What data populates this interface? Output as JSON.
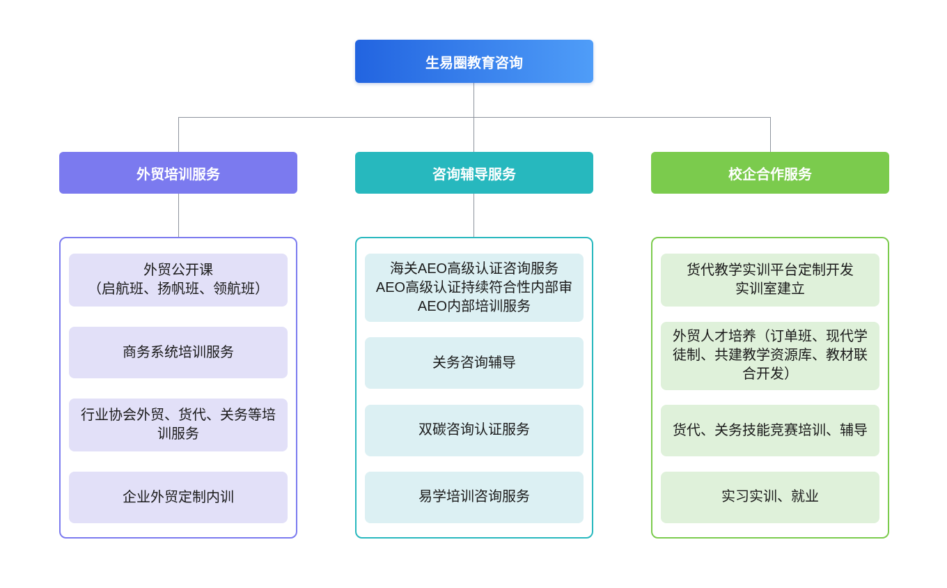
{
  "root": {
    "label": "生易圈教育咨询"
  },
  "branches": [
    {
      "label": "外贸培训服务",
      "items": [
        "外贸公开课\n（启航班、扬帆班、领航班）",
        "商务系统培训服务",
        "行业协会外贸、货代、关务等培训服务",
        "企业外贸定制内训"
      ]
    },
    {
      "label": "咨询辅导服务",
      "items": [
        "海关AEO高级认证咨询服务\nAEO高级认证持续符合性内部审\nAEO内部培训服务",
        "关务咨询辅导",
        "双碳咨询认证服务",
        "易学培训咨询服务"
      ]
    },
    {
      "label": "校企合作服务",
      "items": [
        "货代教学实训平台定制开发\n实训室建立",
        "外贸人才培养（订单班、现代学徒制、共建教学资源库、教材联合开发）",
        "货代、关务技能竞赛培训、辅导",
        "实习实训、就业"
      ]
    }
  ],
  "colors": {
    "root_gradient_start": "#2264e0",
    "root_gradient_end": "#4f9df8",
    "branch_1": "#7b7aef",
    "branch_1_light": "#e2e0f8",
    "branch_2": "#27b8be",
    "branch_2_light": "#dcf0f3",
    "branch_3": "#7bcb4d",
    "branch_3_light": "#dff1da",
    "connector": "#8c929c"
  }
}
